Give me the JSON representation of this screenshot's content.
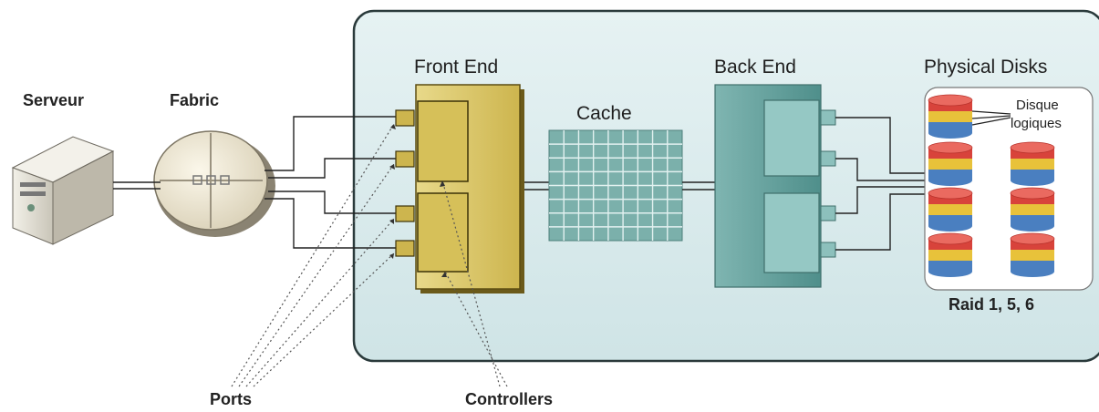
{
  "labels": {
    "serveur": "Serveur",
    "fabric": "Fabric",
    "front_end": "Front End",
    "cache": "Cache",
    "back_end": "Back End",
    "physical_disks": "Physical Disks",
    "disque": "Disque",
    "logiques": "logiques",
    "raid": "Raid 1, 5, 6",
    "ports": "Ports",
    "controllers": "Controllers"
  },
  "colors": {
    "array_bg": "#d9ebec",
    "front_end": "#d9c56a",
    "back_end": "#5f9e9a",
    "cache": "#6b9e9a",
    "disk_red": "#d8433b",
    "disk_yellow": "#e8c23a",
    "disk_blue": "#4a7fc0"
  }
}
